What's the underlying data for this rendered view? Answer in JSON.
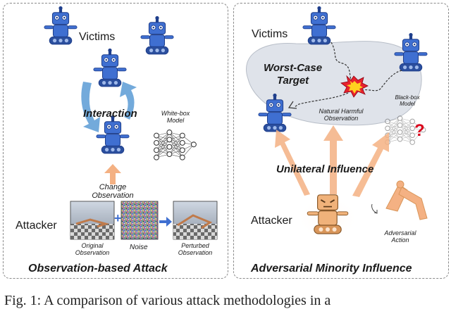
{
  "left_panel": {
    "victims_label": "Victims",
    "interaction_label": "Interaction",
    "whitebox_label": [
      "White-box",
      "Model"
    ],
    "change_obs_label": [
      "Change",
      "Observation"
    ],
    "attacker_label": "Attacker",
    "original_obs_label": [
      "Original",
      "Observation"
    ],
    "noise_label": "Noise",
    "perturbed_obs_label": [
      "Perturbed",
      "Observation"
    ],
    "plus_symbol": "+",
    "title": "Observation-based Attack"
  },
  "right_panel": {
    "victims_label": "Victims",
    "worst_case_label": [
      "Worst-Case",
      "Target"
    ],
    "natural_harmful_label": [
      "Natural Harmful",
      "Observation"
    ],
    "blackbox_label": [
      "Black-box",
      "Model"
    ],
    "question_mark": "?",
    "unilateral_label": "Unilateral Influence",
    "attacker_label": "Attacker",
    "adversarial_action_label": [
      "Adversarial",
      "Action"
    ],
    "title": "Adversarial Minority Influence"
  },
  "caption": "Fig. 1: A comparison of various attack methodologies in a",
  "colors": {
    "robot_blue": "#3f6fd1",
    "robot_blue_dark": "#1f3f8c",
    "attacker_orange": "#f0b27a",
    "arrow_orange": "#f4b183",
    "arrow_blue": "#5b9bd5",
    "blob_gray": "#dfe3ea",
    "question_red": "#d9001b"
  }
}
